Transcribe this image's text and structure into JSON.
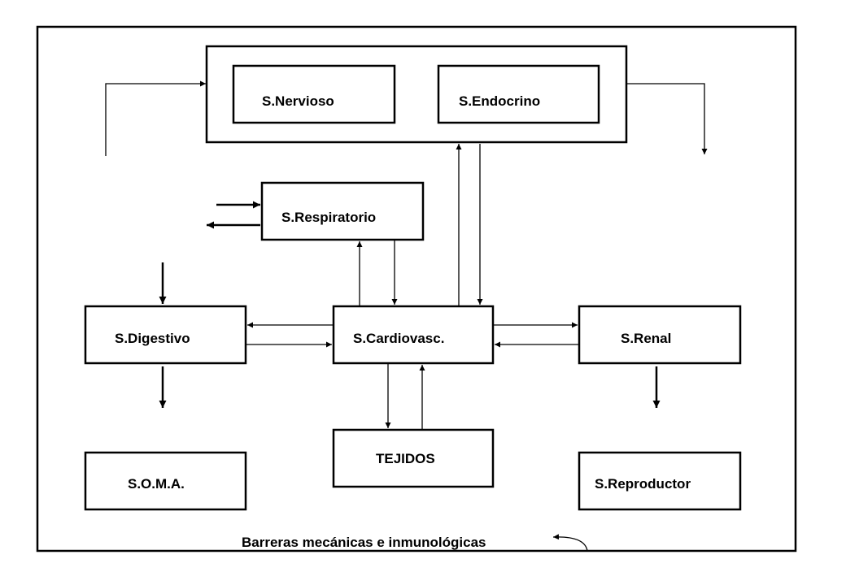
{
  "diagram": {
    "nodes": {
      "nervioso": "S.Nervioso",
      "endocrino": "S.Endocrino",
      "respiratorio": "S.Respiratorio",
      "digestivo": "S.Digestivo",
      "cardiovasc": "S.Cardiovasc.",
      "renal": "S.Renal",
      "tejidos": "TEJIDOS",
      "soma": "S.O.M.A.",
      "reproductor": "S.Reproductor"
    },
    "footer_label": "Barreras mecánicas e inmunológicas"
  }
}
